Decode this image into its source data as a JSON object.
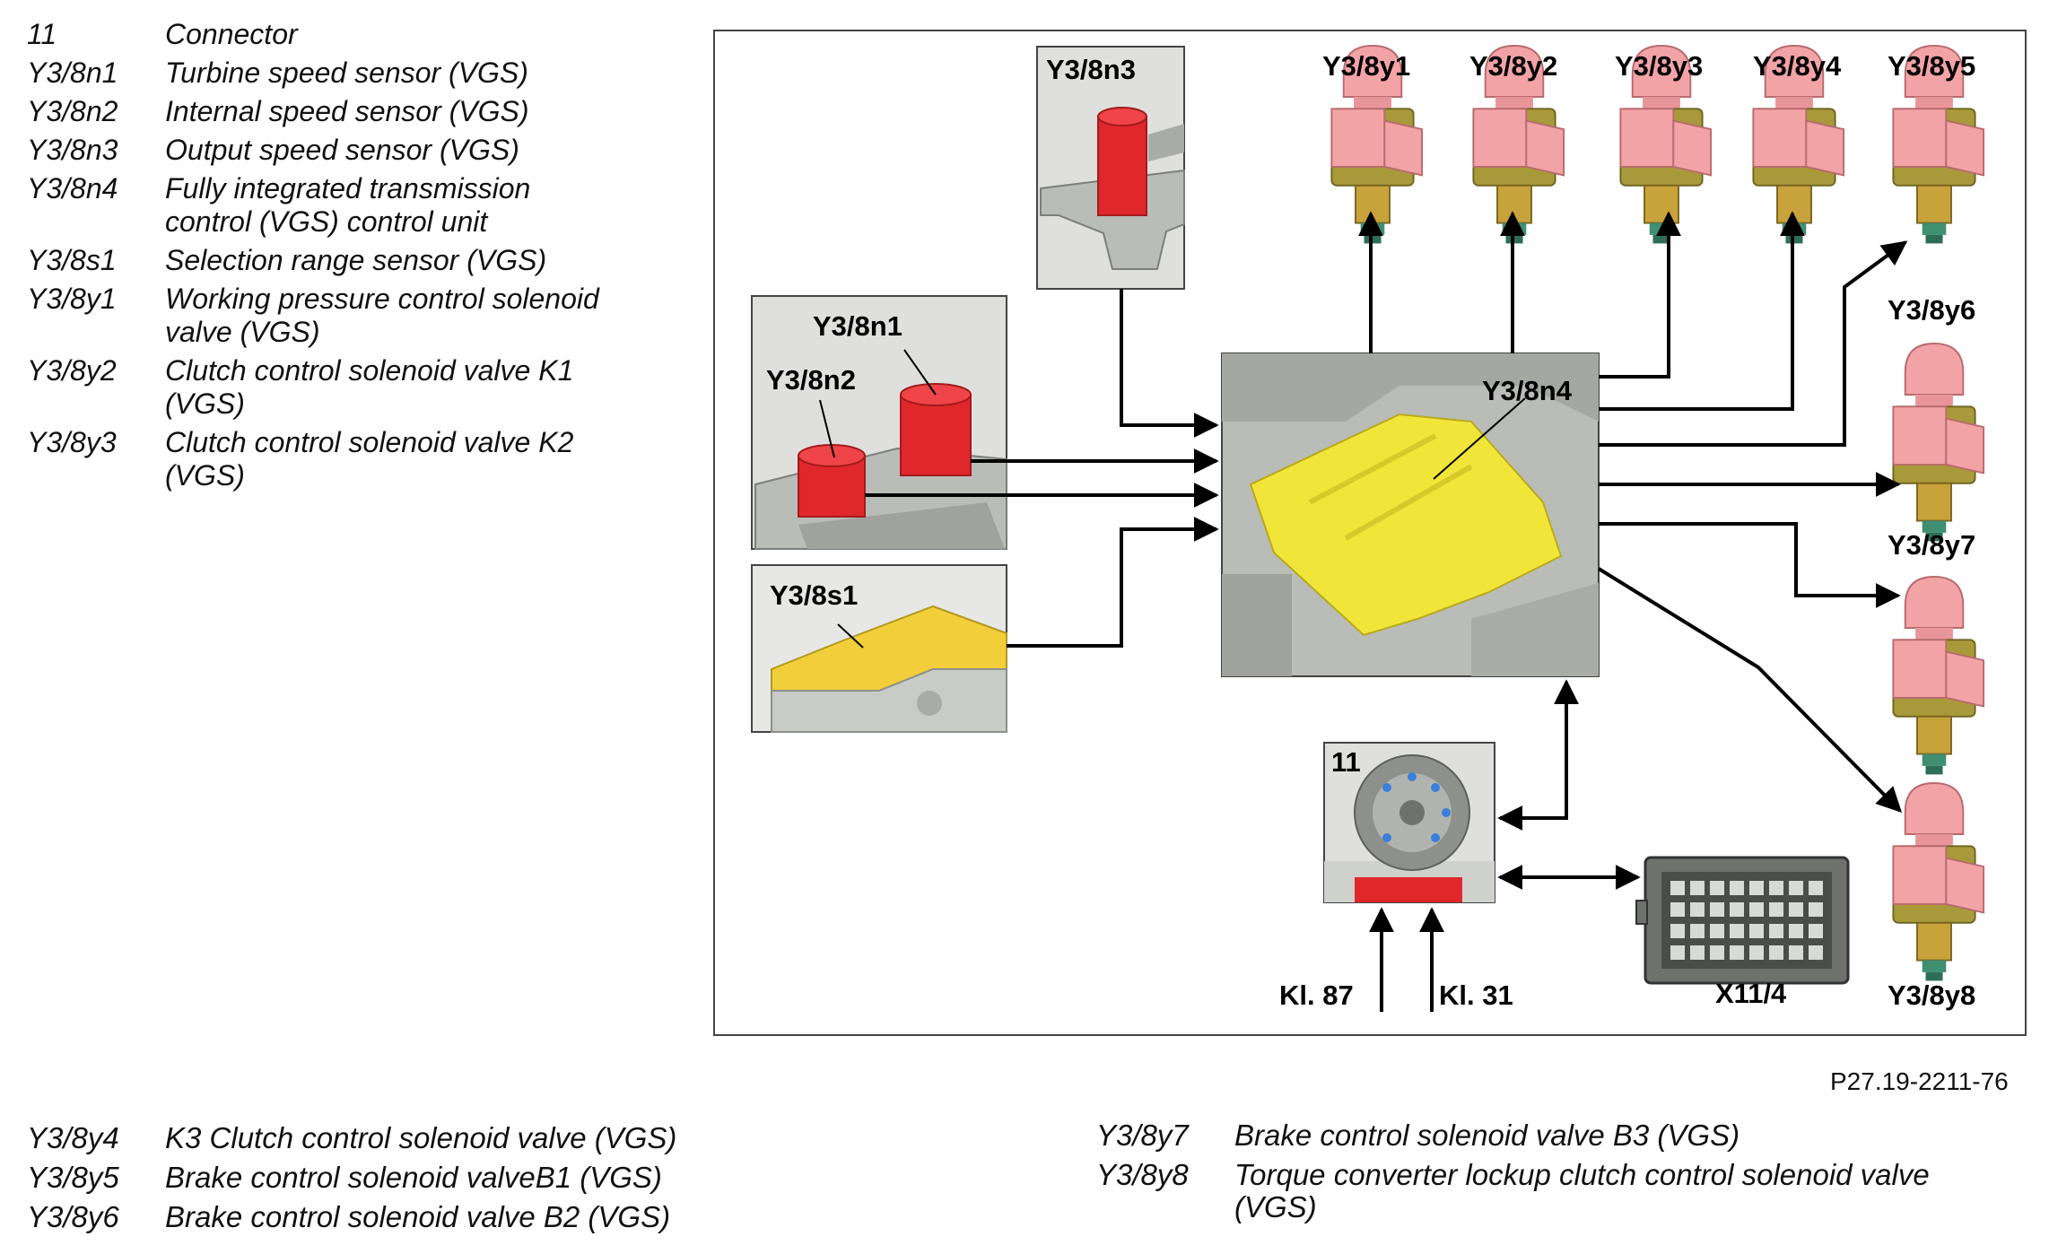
{
  "legend_top": [
    {
      "code": "11",
      "desc": [
        "Connector"
      ]
    },
    {
      "code": "Y3/8n1",
      "desc": [
        "Turbine speed sensor (VGS)"
      ]
    },
    {
      "code": "Y3/8n2",
      "desc": [
        "Internal speed sensor (VGS)"
      ]
    },
    {
      "code": "Y3/8n3",
      "desc": [
        "Output speed sensor (VGS)"
      ]
    },
    {
      "code": "Y3/8n4",
      "desc": [
        "Fully integrated transmission",
        "control (VGS) control unit"
      ]
    },
    {
      "code": "Y3/8s1",
      "desc": [
        "Selection range sensor (VGS)"
      ]
    },
    {
      "code": "Y3/8y1",
      "desc": [
        "Working pressure control solenoid",
        "valve (VGS)"
      ]
    },
    {
      "code": "Y3/8y2",
      "desc": [
        "Clutch control solenoid valve K1",
        "(VGS)"
      ]
    },
    {
      "code": "Y3/8y3",
      "desc": [
        "Clutch control solenoid valve K2",
        "(VGS)"
      ]
    }
  ],
  "legend_bottom_left": [
    {
      "code": "Y3/8y4",
      "desc": [
        "K3 Clutch control solenoid valve (VGS)"
      ]
    },
    {
      "code": "Y3/8y5",
      "desc": [
        "Brake control solenoid valveB1 (VGS)"
      ]
    },
    {
      "code": "Y3/8y6",
      "desc": [
        "Brake control solenoid valve B2 (VGS)"
      ]
    }
  ],
  "legend_bottom_right": [
    {
      "code": "Y3/8y7",
      "desc": [
        "Brake control solenoid valve B3 (VGS)"
      ]
    },
    {
      "code": "Y3/8y8",
      "desc": [
        "Torque converter lockup clutch control solenoid valve",
        "(VGS)"
      ]
    }
  ],
  "figure_ref": "P27.19-2211-76",
  "diagram": {
    "labels": {
      "n1": "Y3/8n1",
      "n2": "Y3/8n2",
      "n3": "Y3/8n3",
      "n4": "Y3/8n4",
      "s1": "Y3/8s1",
      "y1": "Y3/8y1",
      "y2": "Y3/8y2",
      "y3": "Y3/8y3",
      "y4": "Y3/8y4",
      "y5": "Y3/8y5",
      "y6": "Y3/8y6",
      "y7": "Y3/8y7",
      "y8": "Y3/8y8",
      "connector": "11",
      "kl87": "Kl. 87",
      "kl31": "Kl. 31",
      "x11": "X11/4"
    },
    "colors": {
      "sensor_red": "#e0282c",
      "control_unit_yellow": "#f2e53a",
      "valve_pink": "#f2a3a6",
      "valve_olive": "#a89a3a",
      "housing_gray": "#b9bcb7",
      "frame": "#444444"
    }
  }
}
